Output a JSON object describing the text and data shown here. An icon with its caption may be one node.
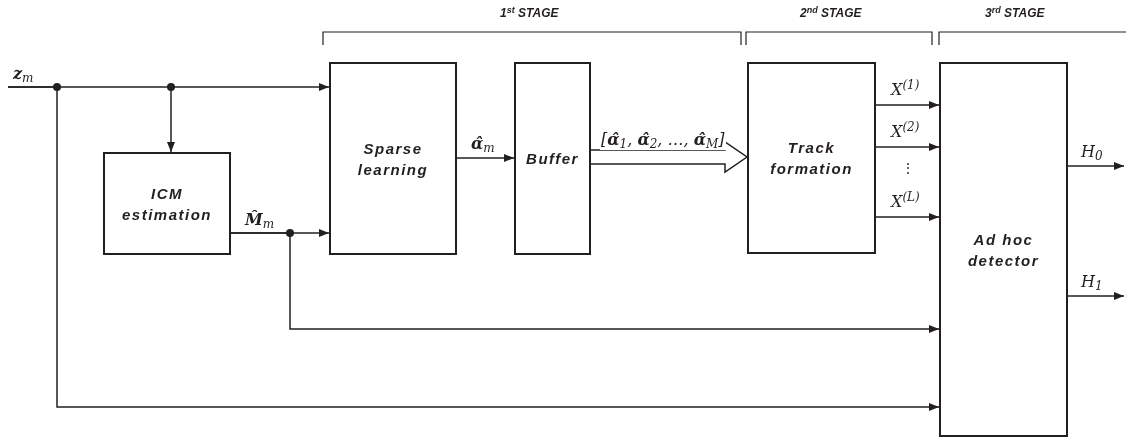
{
  "diagram": {
    "nodes": [
      {
        "text": [
          "ICM estimation"
        ]
      },
      {
        "text": [
          "Sparse learning"
        ]
      },
      {
        "text": [
          "Buffer"
        ]
      },
      {
        "text": [
          "Track formation"
        ]
      },
      {
        "text": [
          "Ad hoc detector"
        ]
      }
    ],
    "edges": [
      {
        "from": null,
        "to": 1,
        "arrow": "to",
        "label": "**z**$_{m}$"
      },
      {
        "from": null,
        "to": 0,
        "arrow": "to"
      },
      {
        "from": null,
        "to": 4,
        "arrow": "to"
      },
      {
        "from": 0,
        "to": 1,
        "arrow": "to",
        "label": "**M̂**$_{m}$"
      },
      {
        "from": 0,
        "to": 4,
        "arrow": "to"
      },
      {
        "from": 1,
        "to": 2,
        "arrow": "to",
        "label": "**α̂**$_{m}$"
      },
      {
        "from": 2,
        "to": 3,
        "arrow": "to",
        "style": "thick",
        "label": "[**α̂**$_{1}$, **α̂**$_{2}$, …, **α̂**$_{M}$]"
      },
      {
        "from": 3,
        "to": 4,
        "arrow": "to",
        "label": "X$^{(1)}$"
      },
      {
        "from": 3,
        "to": 4,
        "arrow": "to",
        "label": "X$^{(2)}$"
      },
      {
        "from": 3,
        "to": 4,
        "arrow": "to",
        "label": "X$^{(L)}$"
      },
      {
        "from": 4,
        "to": null,
        "arrow": "to",
        "label": "H$_{0}$"
      },
      {
        "from": 4,
        "to": null,
        "arrow": "to",
        "label": "H$_{1}$"
      }
    ],
    "labels": [
      "1$^{st}$ STAGE",
      "2$^{nd}$ STAGE",
      "3$^{rd}$ STAGE",
      "⋮"
    ]
  }
}
